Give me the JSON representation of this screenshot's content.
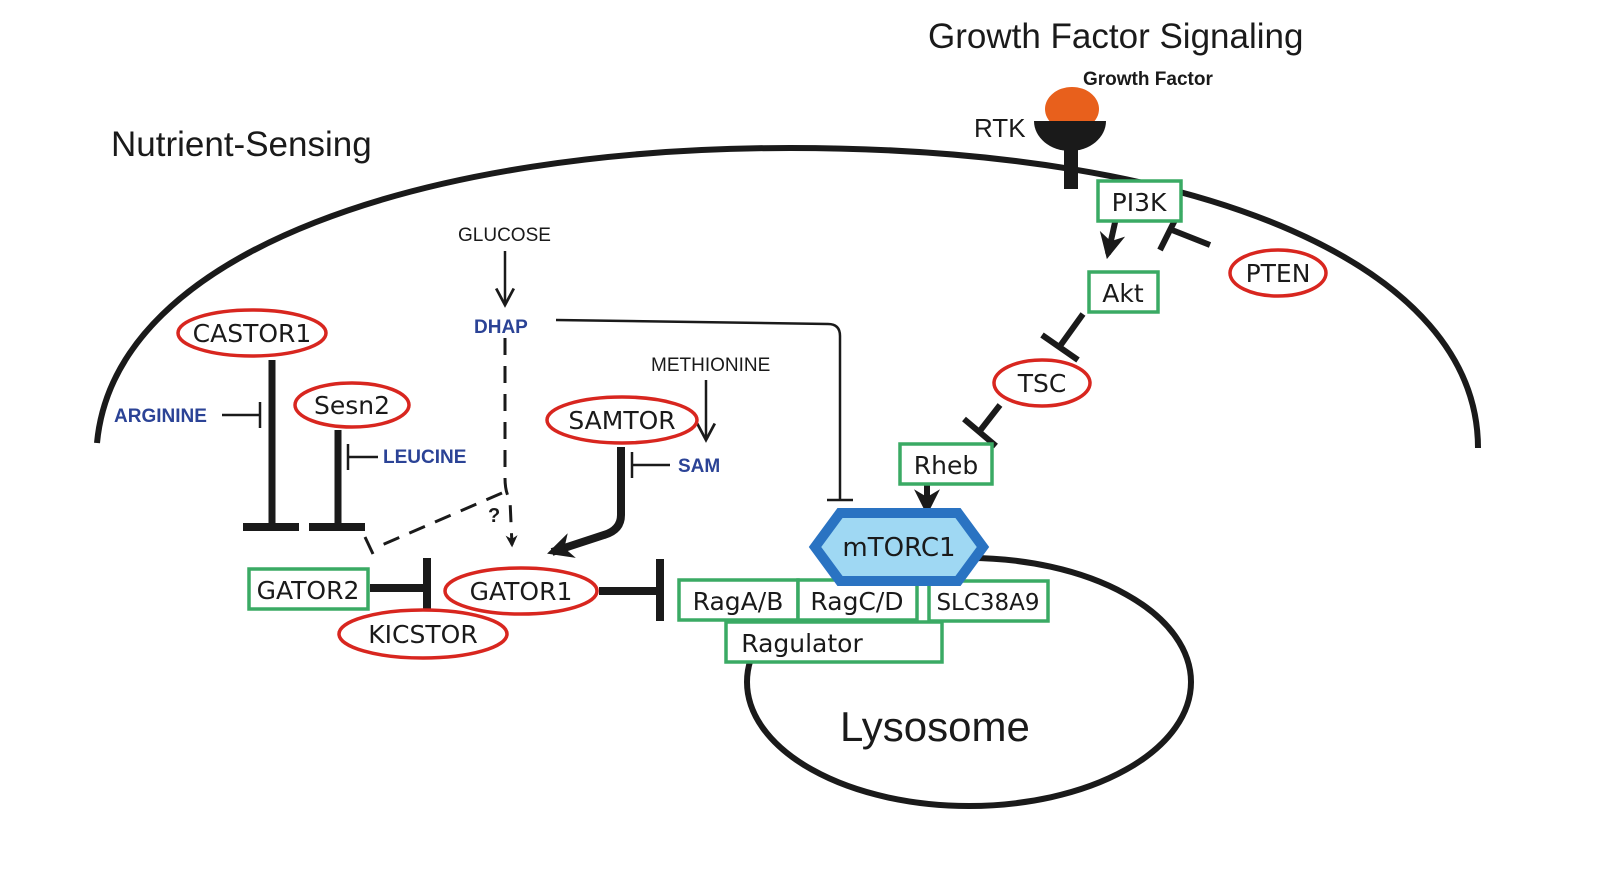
{
  "headings": {
    "growth_factor_signaling": "Growth Factor Signaling",
    "nutrient_sensing": "Nutrient-Sensing",
    "growth_factor": "Growth Factor",
    "rtk": "RTK",
    "lysosome": "Lysosome"
  },
  "nutrients": {
    "glucose": "GLUCOSE",
    "methionine": "METHIONINE",
    "dhap": "DHAP",
    "arginine": "ARGININE",
    "leucine": "LEUCINE",
    "sam": "SAM",
    "unknown_mark": "?"
  },
  "red_nodes": {
    "castor1": "CASTOR1",
    "sesn2": "Sesn2",
    "samtor": "SAMTOR",
    "gator1": "GATOR1",
    "kicstor": "KICSTOR",
    "tsc": "TSC",
    "pten": "PTEN"
  },
  "green_nodes": {
    "gator2": "GATOR2",
    "pi3k": "PI3K",
    "akt": "Akt",
    "rheb": "Rheb",
    "raga_b": "RagA/B",
    "ragc_d": "RagC/D",
    "slc38a9": "SLC38A9",
    "ragulator": "Ragulator"
  },
  "complex": {
    "mtorc1": "mTORC1"
  },
  "colors": {
    "suppressor_outline": "#d8261f",
    "activator_outline": "#3aaa64",
    "metabolite_text": "#2b4396",
    "growth_factor_ligand": "#e8601c",
    "mtorc1_border": "#2a73c2",
    "mtorc1_fill": "#9fd8f3"
  }
}
